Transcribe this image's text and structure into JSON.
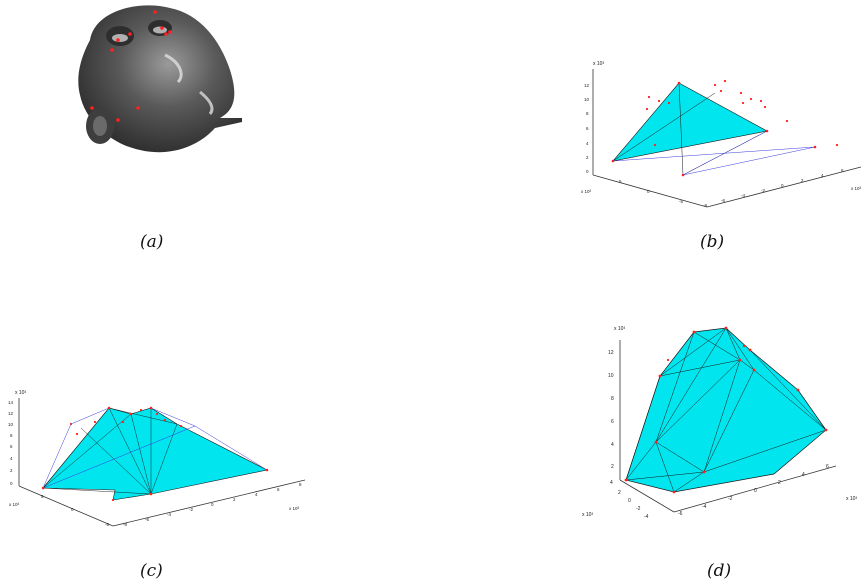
{
  "captions": {
    "a": "(a)",
    "b": "(b)",
    "c": "(c)",
    "d": "(d)"
  },
  "colors": {
    "hull_fill": "#00e5ee",
    "marker": "#ff2020",
    "edge": "#1a1a1a",
    "line_blue": "#3a3ae0",
    "face": "#4a4a4a"
  },
  "panel_b": {
    "z_scale": "x 10³",
    "x_scale": "x 10³",
    "y_scale": "x 10³",
    "z_ticks": [
      "12",
      "10",
      "8",
      "6",
      "4",
      "2",
      "0"
    ],
    "x_ticks": [
      "-8",
      "-6",
      "-4",
      "-2",
      "0",
      "2",
      "4",
      "6"
    ],
    "y_ticks": [
      "5",
      "0",
      "-5"
    ]
  },
  "panel_c": {
    "z_scale": "x 10³",
    "x_scale": "x 10³",
    "y_scale": "x 10³",
    "z_ticks": [
      "14",
      "12",
      "10",
      "8",
      "6",
      "4",
      "2",
      "0"
    ],
    "x_ticks": [
      "-8",
      "-6",
      "-4",
      "-2",
      "0",
      "2",
      "4",
      "6",
      "8"
    ],
    "y_ticks": [
      "5",
      "0",
      "-5"
    ]
  },
  "panel_d": {
    "z_scale": "x 10³",
    "x_scale": "x 10³",
    "y_scale": "x 10³",
    "z_ticks": [
      "12",
      "10",
      "8",
      "6",
      "4",
      "2"
    ],
    "x_ticks": [
      "-6",
      "-4",
      "-2",
      "0",
      "2",
      "4",
      "6"
    ],
    "y_ticks": [
      "4",
      "2",
      "0",
      "-2",
      "-4"
    ]
  }
}
